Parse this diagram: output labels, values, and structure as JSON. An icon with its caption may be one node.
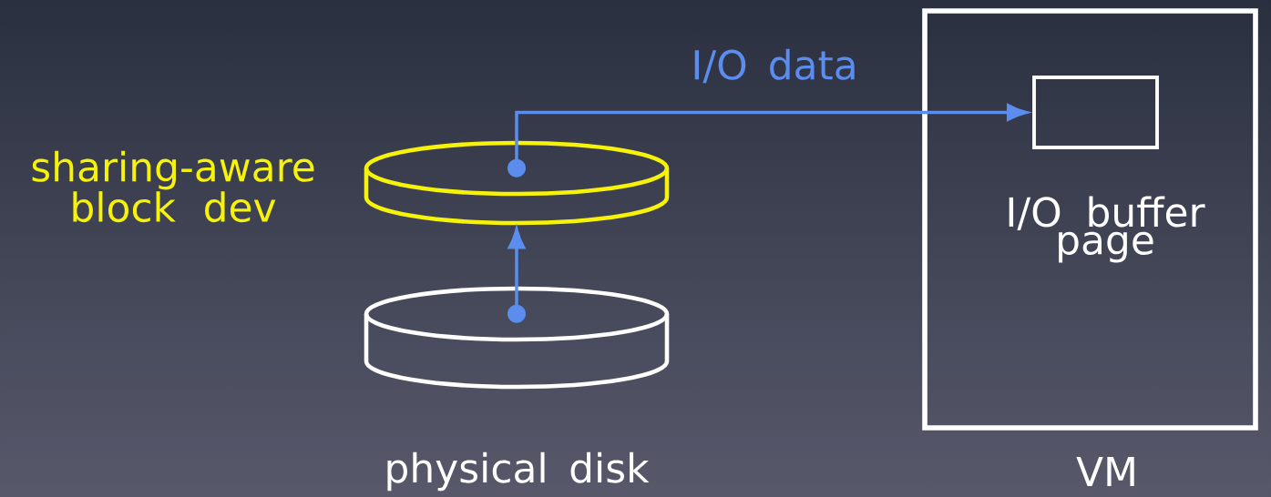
{
  "diagram": {
    "nodes": [
      {
        "text": [
          "VM"
        ]
      },
      {
        "text": [
          "I/O buffer page"
        ],
        "in": 0
      },
      {
        "text": [
          "sharing-aware block dev"
        ]
      },
      {
        "text": [
          "physical disk"
        ]
      }
    ],
    "edges": [
      {
        "from": 2,
        "to": 1,
        "arrow": "to",
        "label": "I/O data"
      },
      {
        "from": 3,
        "to": 2,
        "arrow": "to"
      }
    ]
  }
}
